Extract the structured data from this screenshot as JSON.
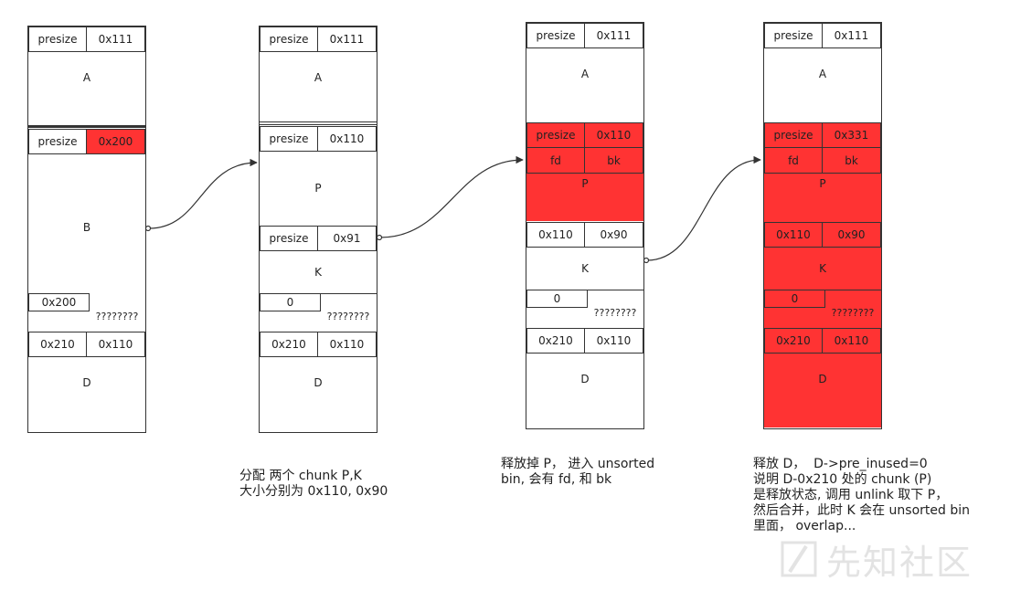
{
  "stage1": {
    "a_presize": "presize",
    "a_size": "0x111",
    "a_label": "A",
    "b_presize": "presize",
    "b_size": "0x200",
    "b_label": "B",
    "b_foot": "0x200",
    "b_unknown": "????????",
    "d_presize": "0x210",
    "d_size": "0x110",
    "d_label": "D"
  },
  "stage2": {
    "a_presize": "presize",
    "a_size": "0x111",
    "a_label": "A",
    "p_presize": "presize",
    "p_size": "0x110",
    "p_label": "P",
    "k_presize": "presize",
    "k_size": "0x91",
    "k_label": "K",
    "k_foot": "0",
    "k_unknown": "????????",
    "d_presize": "0x210",
    "d_size": "0x110",
    "d_label": "D",
    "note": "分配 两个 chunk P,K\n大小分别为 0x110, 0x90"
  },
  "stage3": {
    "a_presize": "presize",
    "a_size": "0x111",
    "a_label": "A",
    "p_presize": "presize",
    "p_size": "0x110",
    "p_fd": "fd",
    "p_bk": "bk",
    "p_label": "P",
    "k_presize": "0x110",
    "k_size": "0x90",
    "k_label": "K",
    "k_foot": "0",
    "k_unknown": "????????",
    "d_presize": "0x210",
    "d_size": "0x110",
    "d_label": "D",
    "note": "释放掉 P， 进入 unsorted\nbin, 会有 fd, 和 bk"
  },
  "stage4": {
    "a_presize": "presize",
    "a_size": "0x111",
    "a_label": "A",
    "p_presize": "presize",
    "p_size": "0x331",
    "p_fd": "fd",
    "p_bk": "bk",
    "p_label": "P",
    "k_presize": "0x110",
    "k_size": "0x90",
    "k_label": "K",
    "k_foot": "0",
    "k_unknown": "????????",
    "d_presize": "0x210",
    "d_size": "0x110",
    "d_label": "D",
    "note": "释放 D，  D->pre_inused=0\n说明 D-0x210 处的 chunk (P)\n是释放状态, 调用 unlink 取下 P，\n然后合并，此时 K 会在 unsorted bin\n里面， overlap..."
  },
  "watermark": {
    "text": "先知社区"
  },
  "colors": {
    "highlight": "#ff3333",
    "border": "#333333"
  }
}
